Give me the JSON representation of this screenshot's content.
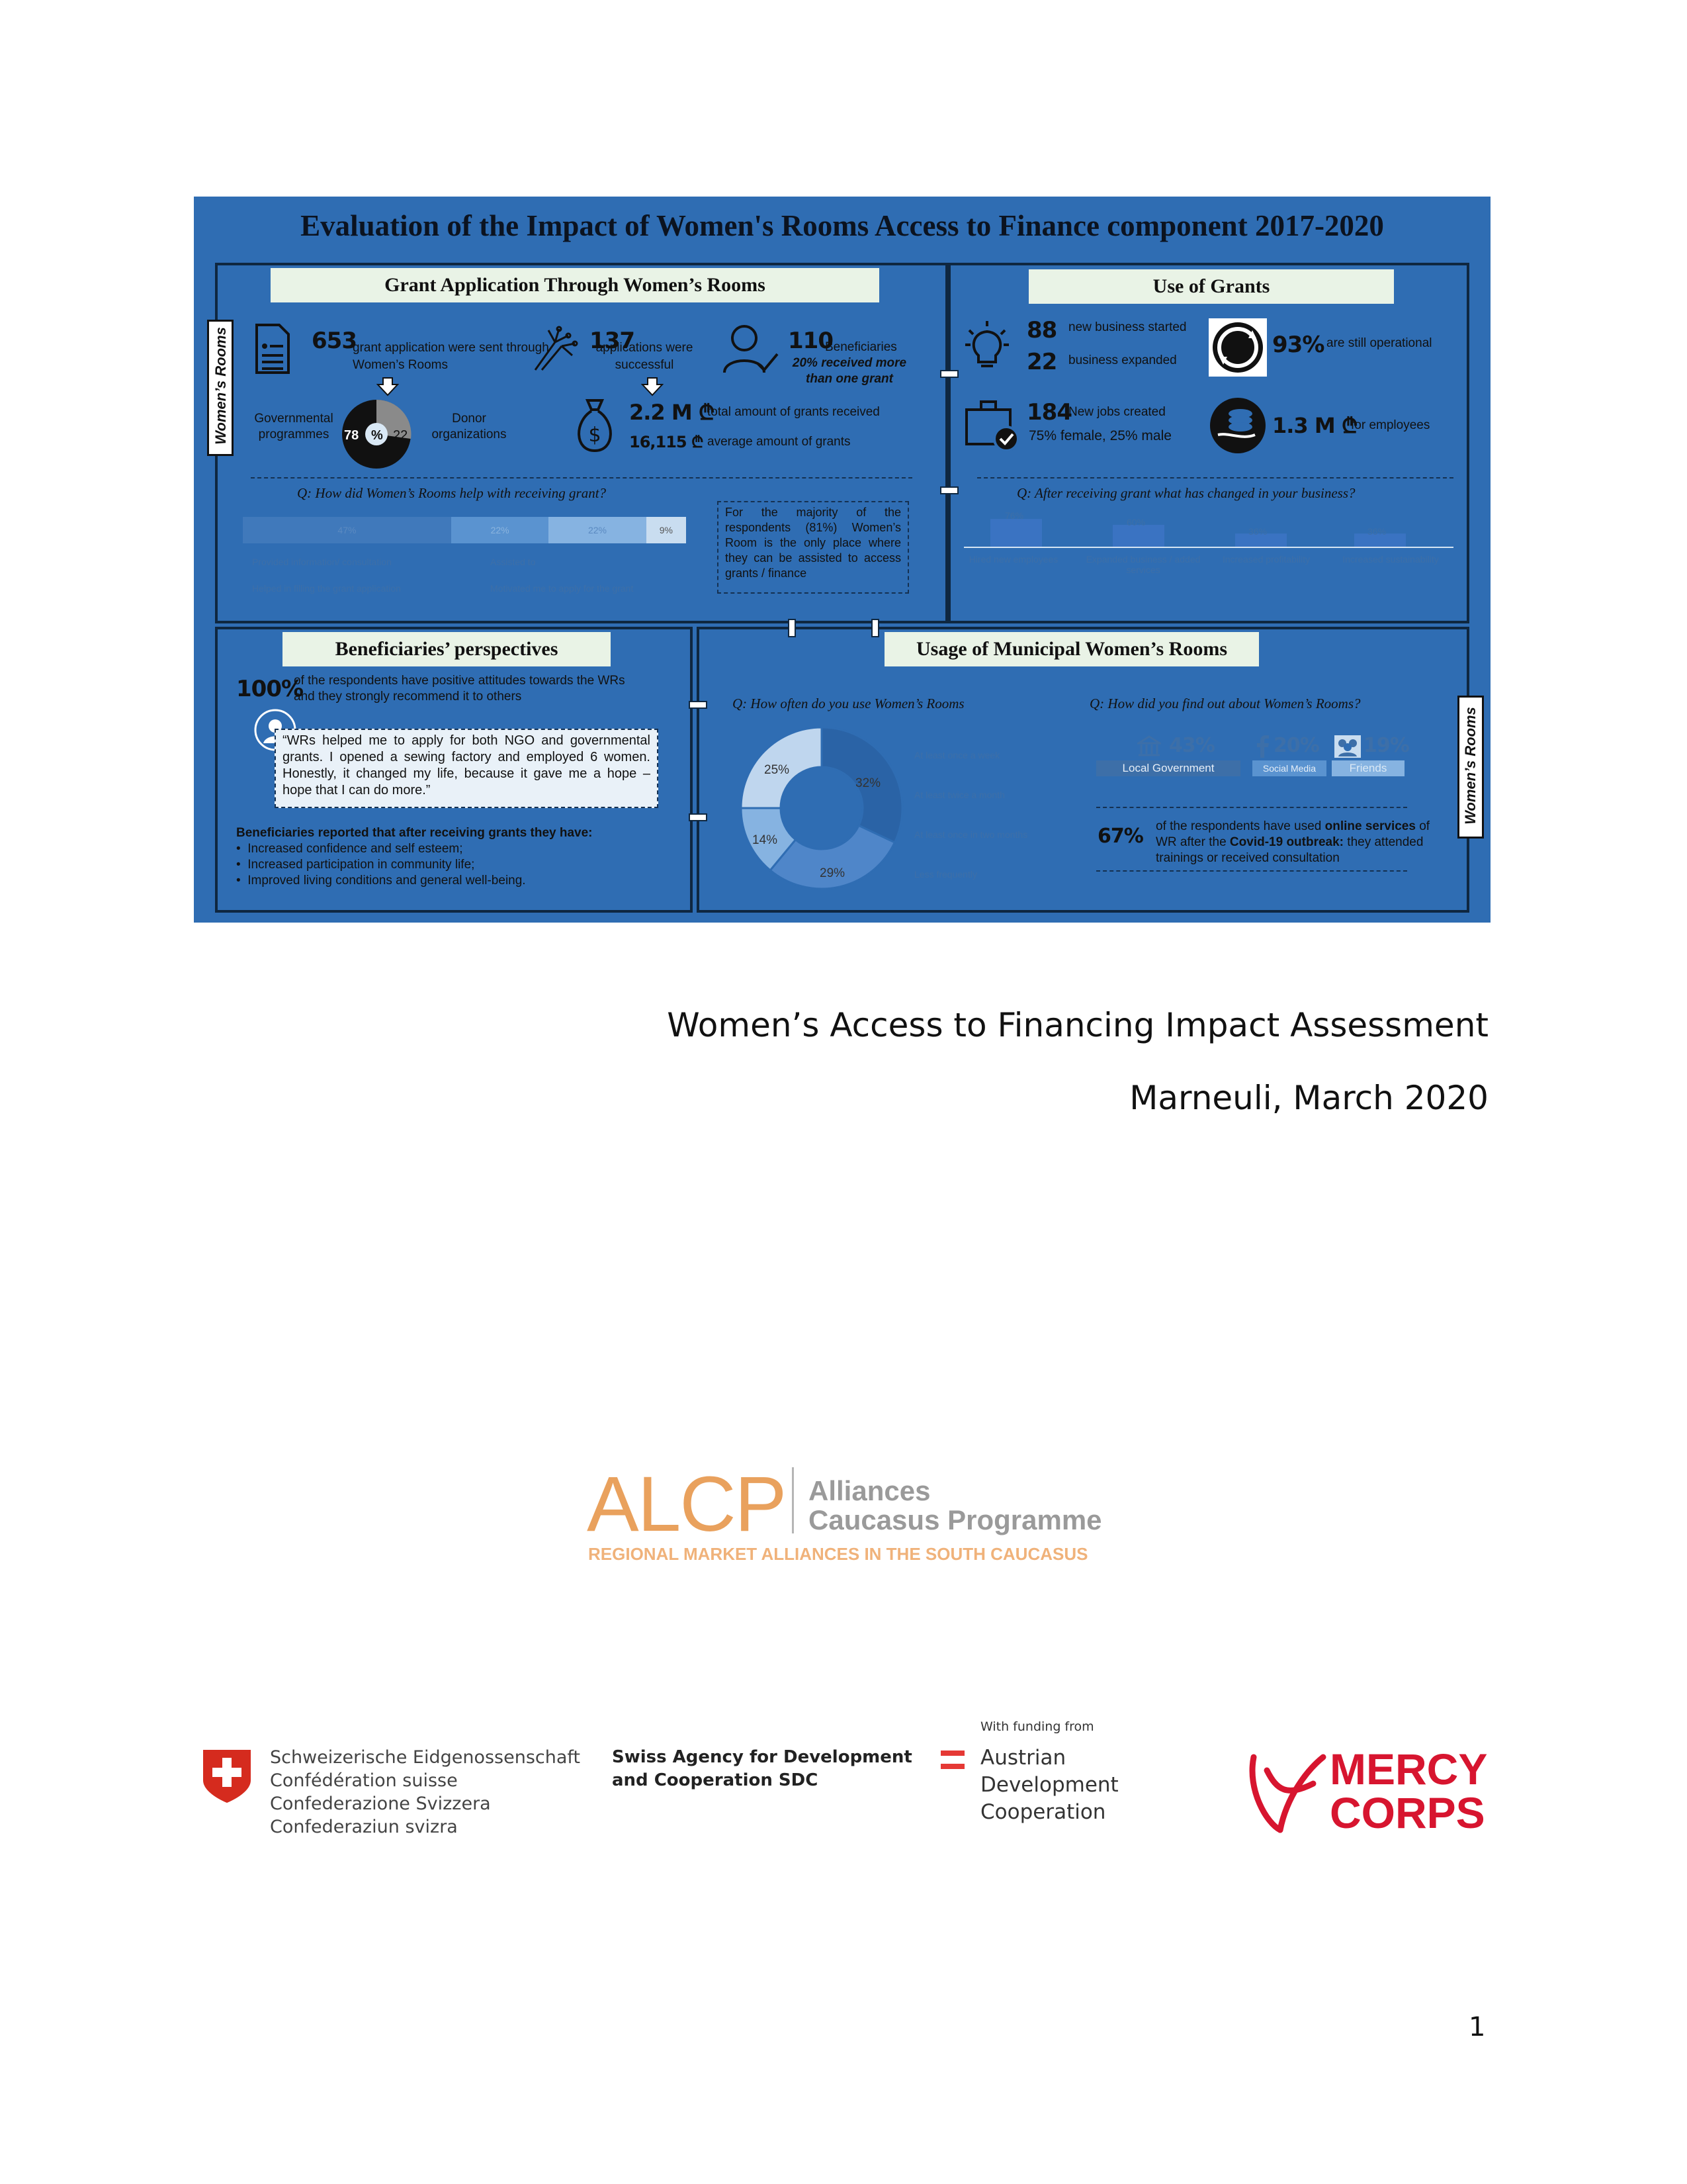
{
  "infographic": {
    "title": "Evaluation of the Impact of Women's Rooms Access to Finance component 2017-2020",
    "side_label": "Women’s Rooms",
    "grant_application": {
      "title": "Grant Application Through Women’s Rooms",
      "stat1": {
        "value": "653",
        "text": "grant application were sent through Women’s Rooms"
      },
      "stat2": {
        "value": "137",
        "text": "applications were successful"
      },
      "stat3": {
        "value": "110",
        "text": "Beneficiaries",
        "note": "20% received more than one grant"
      },
      "donut": {
        "left_label": "Governmental programmes",
        "right_label": "Donor organizations",
        "left_value": "78",
        "center": "%",
        "right_value": "22"
      },
      "total": {
        "value": "2.2 M ₾",
        "text": "total amount of grants received"
      },
      "average": {
        "value": "16,115 ₾",
        "text": "average amount of grants"
      },
      "question": "Q: How did Women’s Rooms help with receiving grant?",
      "bar_labels": [
        "47%",
        "22%",
        "22%",
        "9%"
      ],
      "legend": [
        "Provided information/ consultation",
        "Assisted to",
        "Helped in filling the grant application",
        "Motivated me to apply for the grant"
      ],
      "note": "For the majority of the respondents (81%) Women’s Room is the only place where they can be assisted to access grants / finance"
    },
    "use_of_grants": {
      "title": "Use of Grants",
      "new_business": {
        "value": "88",
        "text": "new business started"
      },
      "expanded": {
        "value": "22",
        "text": "business expanded"
      },
      "operational": {
        "value": "93%",
        "text": "are still operational"
      },
      "jobs": {
        "value": "184",
        "text": "New jobs created",
        "note": "75% female, 25% male"
      },
      "employees": {
        "value": "1.3 M ₾",
        "text": "for employees"
      },
      "question": "Q: After receiving grant what has changed in your business?",
      "chart_labels": [
        "76%",
        "60%",
        "36%",
        "36%"
      ],
      "chart_categories": [
        "Hired new employees",
        "Expanded business / added services",
        "Increased profitability",
        "Increased sustainability"
      ]
    },
    "beneficiaries": {
      "title": "Beneficiaries’ perspectives",
      "stat": {
        "value": "100%",
        "text": "of the respondents have positive attitudes towards the WRs and they strongly recommend it to others"
      },
      "quote": "“WRs helped me to apply for both NGO and governmental grants. I opened a sewing factory and employed 6 women. Honestly, it changed my life, because it gave me a hope – hope that I can do more.”",
      "list_title": "Beneficiaries reported that after receiving grants they have:",
      "list": [
        "Increased confidence and self esteem;",
        "Increased participation in community life;",
        "Improved living conditions and general well-being."
      ]
    },
    "usage": {
      "title": "Usage of Municipal Women’s Rooms",
      "question1": "Q: How often do you use Women’s Rooms",
      "donut_labels": [
        "25%",
        "32%",
        "29%",
        "14%"
      ],
      "donut_legend": [
        "At least once a week",
        "At least twice a month",
        "At least once in two months",
        "Less frequently"
      ],
      "question2": "Q: How did you find out about Women’s Rooms?",
      "sources": [
        {
          "value": "43%",
          "label": "Local Government"
        },
        {
          "value": "20%",
          "label": "Social Media"
        },
        {
          "value": "19%",
          "label": "Friends"
        }
      ],
      "online": {
        "value": "67%",
        "text_prefix": "of the respondents have used ",
        "text_bold1": "online services",
        "text_mid": " of WR after the ",
        "text_bold2": "Covid-19 outbreak:",
        "text_suffix": " they attended trainings or received consultation"
      }
    }
  },
  "document": {
    "title": "Women’s Access to Financing Impact Assessment",
    "place_date": "Marneuli, March 2020",
    "page_number": "1"
  },
  "logos": {
    "alcp": {
      "abbr": "ALCP",
      "name1": "Alliances",
      "name2": "Caucasus Programme",
      "tagline": "REGIONAL MARKET ALLIANCES IN THE SOUTH CAUCASUS"
    },
    "swiss": [
      "Schweizerische Eidgenossenschaft",
      "Confédération suisse",
      "Confederazione Svizzera",
      "Confederaziun svizra"
    ],
    "sdc": [
      "Swiss Agency for Development",
      "and Cooperation SDC"
    ],
    "austrian": {
      "funding": "With funding from",
      "lines": [
        "Austrian",
        "Development",
        "Cooperation"
      ]
    },
    "mercy": [
      "MERCY",
      "CORPS"
    ]
  },
  "colors": {
    "infographic_bg": "#2f6db3",
    "panel_title_bg": "#e9f3e6",
    "alcp_orange": "#e9a15d",
    "mercy_red": "#d7152f"
  }
}
